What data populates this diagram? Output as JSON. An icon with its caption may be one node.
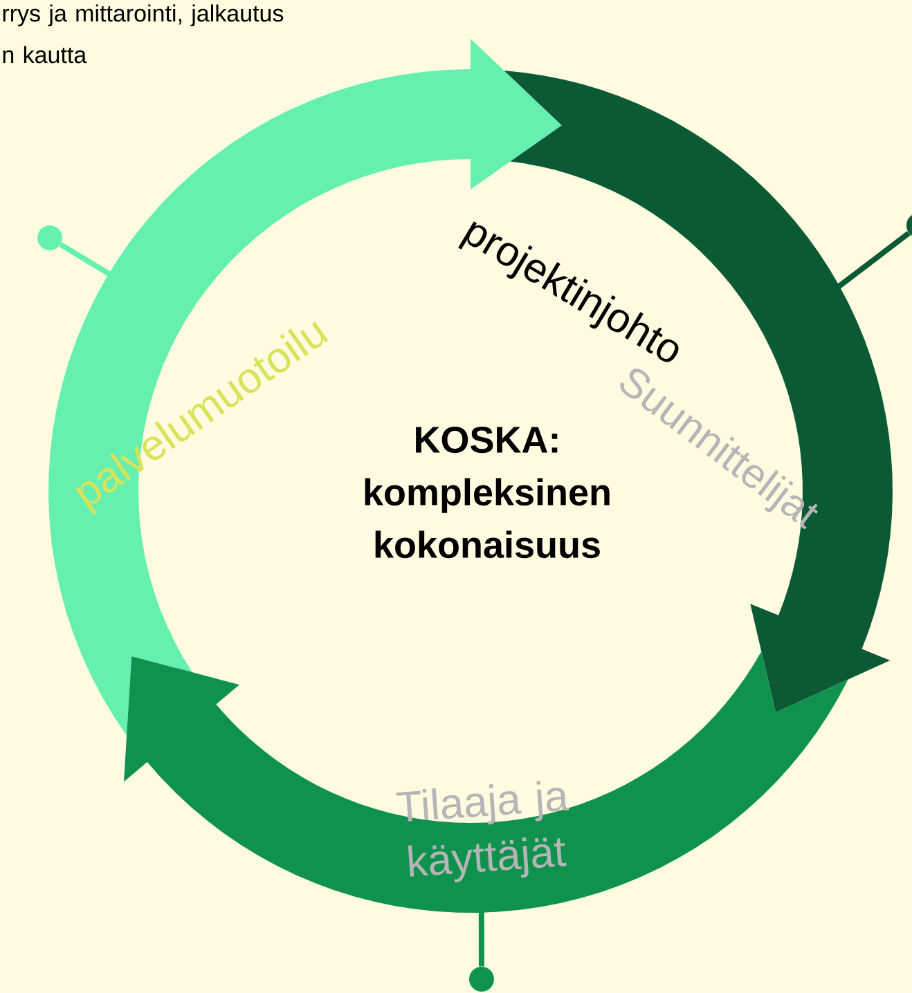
{
  "diagram": {
    "nodes": [
      {
        "text": [],
        "shape": "band"
      },
      {
        "text": [],
        "shape": "band"
      },
      {
        "text": [],
        "shape": "band"
      },
      {
        "text": [],
        "shape": "circle"
      },
      {
        "text": [],
        "shape": "circle"
      },
      {
        "text": [],
        "shape": "circle"
      }
    ],
    "edges": [
      {
        "from": 3,
        "to": 0,
        "arrow": "none",
        "color": "#66f0b0"
      },
      {
        "from": 4,
        "to": 1,
        "arrow": "none",
        "color": "#0b5a35"
      },
      {
        "from": 5,
        "to": 2,
        "arrow": "none",
        "color": "#10924f"
      }
    ],
    "labels": [
      "rrys ja mittarointi, jalkautus n kautta",
      "palvelumuotoilu",
      "projektinjohto",
      "Suunnittelijat",
      "KOSKA: kompleksinen kokonaisuus",
      "Tilaaja ja käyttäjät"
    ]
  }
}
